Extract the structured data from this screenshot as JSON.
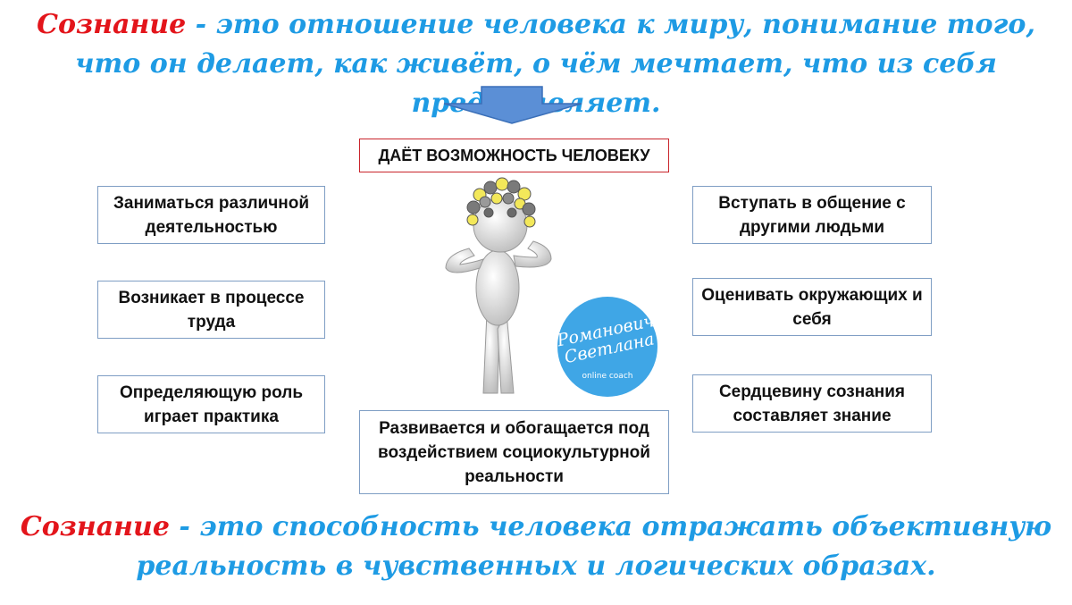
{
  "top_definition": {
    "term": "Сознание",
    "text": " - это отношение человека к миру, понимание того, что он делает, как живёт, о чём мечтает, что из себя представляет."
  },
  "center_title": "ДАЁТ ВОЗМОЖНОСТЬ ЧЕЛОВЕКУ",
  "left_boxes": [
    "Заниматься различной деятельностью",
    "Возникает в процессе труда",
    "Определяющую роль играет практика"
  ],
  "right_boxes": [
    "Вступать в общение с другими людьми",
    "Оценивать окружающих и себя",
    "Сердцевину сознания составляет знание"
  ],
  "bottom_center_box": "Развивается и обогащается под воздействием социокультурной реальности",
  "logo": {
    "name_line1": "Романович",
    "name_line2": "Светлана",
    "subtitle": "online coach"
  },
  "bottom_definition": {
    "term": "Сознание",
    "text": " - это способность человека отражать объективную реальность в чувственных и логических образах."
  },
  "colors": {
    "term": "#e3151b",
    "definition_text": "#1e9be4",
    "arrow": "#5b8fd6",
    "box_border": "#7f9ec4",
    "title_border": "#c9242b",
    "logo": "#3fa6e6"
  },
  "icons": [
    "down-arrow",
    "thinking-figure-with-lightbulbs"
  ]
}
